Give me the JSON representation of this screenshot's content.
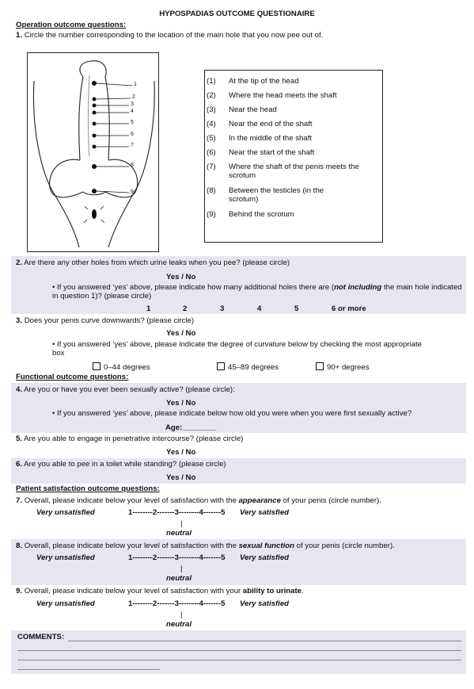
{
  "title": "HYPOSPADIAS OUTCOME QUESTIONAIRE",
  "sections": {
    "operation": "Operation outcome questions:",
    "functional": "Functional outcome questions:",
    "satisfaction": "Patient satisfaction outcome questions:"
  },
  "q1": {
    "num": "1.",
    "text": "Circle the number corresponding to the location of the main hole that you now pee out of.",
    "diagram_labels": [
      "1",
      "2",
      "3",
      "4",
      "5",
      "6",
      "7",
      "8",
      "9"
    ],
    "options": [
      {
        "num": "(1)",
        "text": "At the tip of the head"
      },
      {
        "num": "(2)",
        "text": "Where the head meets the shaft"
      },
      {
        "num": "(3)",
        "text": "Near the head"
      },
      {
        "num": "(4)",
        "text": "Near the end of the shaft"
      },
      {
        "num": "(5)",
        "text": "In the middle of the shaft"
      },
      {
        "num": "(6)",
        "text": "Near the start of the shaft"
      },
      {
        "num": "(7)",
        "text": "Where the shaft of the penis meets the scrotum"
      },
      {
        "num": "(8)",
        "text": "Between the testicles (in the scrotum)"
      },
      {
        "num": "(9)",
        "text": "Behind the scrotum"
      }
    ]
  },
  "q2": {
    "num": "2.",
    "text": "Are there any other holes from which urine leaks when you pee? (please circle)",
    "yes_no": "Yes   /   No",
    "bullet_pre": "If you answered ‘yes’ above, please indicate how many additional holes there are (",
    "bullet_emph": "not including",
    "bullet_post": " the main hole indicated in question 1)? (please circle)",
    "counts": [
      "1",
      "2",
      "3",
      "4",
      "5",
      "6 or more"
    ]
  },
  "q3": {
    "num": "3.",
    "text": "Does your penis curve downwards? (please circle)",
    "yes_no": "Yes   /   No",
    "bullet": "If you answered ‘yes’ above, please indicate the degree of curvature below by checking the most appropriate box",
    "boxes": [
      "0–44 degrees",
      "45–89 degrees",
      "90+ degrees"
    ]
  },
  "q4": {
    "num": "4.",
    "text": "Are you or have you ever been sexually active? (please circle):",
    "yes_no": "Yes   /   No",
    "bullet": "If you answered ‘yes’ above, please indicate below how old you were when you were first sexually active?",
    "age": "Age:________"
  },
  "q5": {
    "num": "5.",
    "text": "Are you able to engage in penetrative intercourse?  (please circle)",
    "yes_no": "Yes   /   No"
  },
  "q6": {
    "num": "6.",
    "text": "Are you able to pee in a toilet while standing? (please circle)",
    "yes_no": "Yes   /   No"
  },
  "q7": {
    "num": "7.",
    "pre": "Overall, please indicate below your level of satisfaction with the ",
    "emph": "appearance",
    "post": " of your penis (circle number)."
  },
  "q8": {
    "num": "8.",
    "pre": "Overall, please indicate below your level of satisfaction with the ",
    "emph": "sexual function",
    "post": " of your penis (circle number)."
  },
  "q9": {
    "num": "9.",
    "pre": "Overall, please indicate below your level of satisfaction with your ",
    "emph": "ability to urinate",
    "post": "."
  },
  "scale": {
    "low": "Very unsatisfied",
    "numbers": "1--------2-------3--------4-------5",
    "high": "Very satisfied",
    "tick": "|",
    "neutral": "neutral"
  },
  "comments_label": "COMMENTS:"
}
